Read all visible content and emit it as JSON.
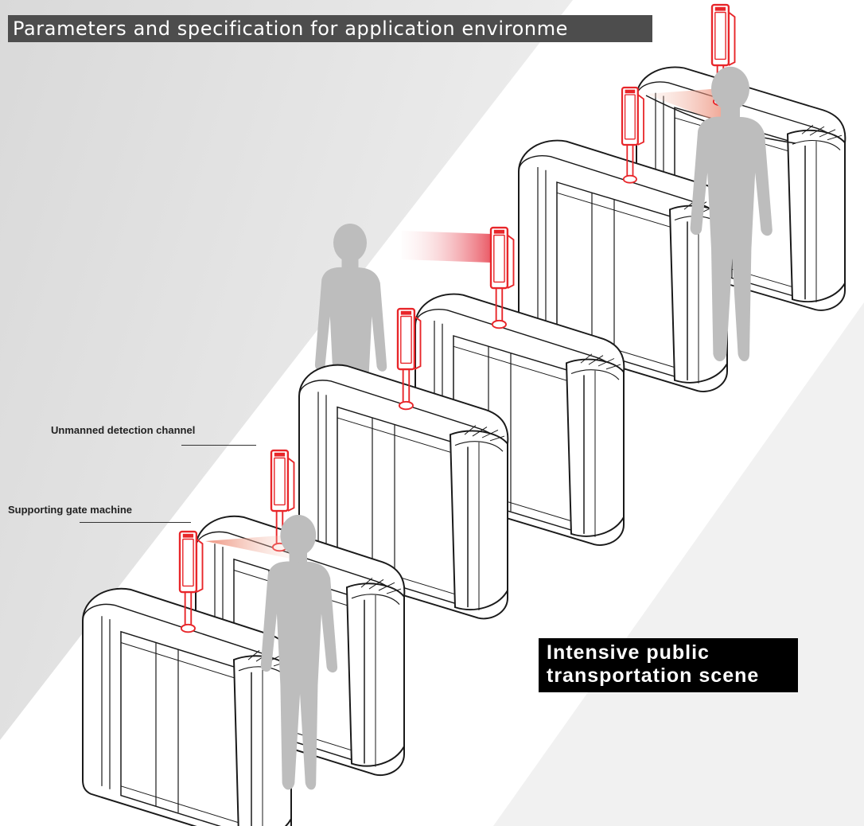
{
  "header": {
    "title": "Parameters and specification for application environme"
  },
  "labels": {
    "channel": "Unmanned detection channel",
    "gate": "Supporting gate machine"
  },
  "callout": {
    "line1": "Intensive public",
    "line2": "transportation scene"
  },
  "colors": {
    "terminal": "#e8262a",
    "beam": "#f2a58d",
    "person": "#bdbdbd",
    "gate_stroke": "#1a1a1a",
    "background_shade": "#ececec"
  },
  "icons": {
    "terminal": "face-recognition-terminal-icon",
    "person": "person-silhouette-icon",
    "gate": "gate-machine-icon"
  }
}
